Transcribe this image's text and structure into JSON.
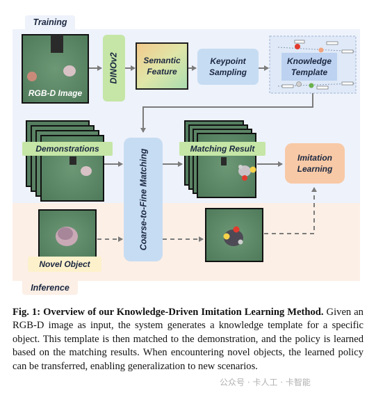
{
  "diagram": {
    "training_label": "Training",
    "inference_label": "Inference",
    "rgbd_label": "RGB-D Image",
    "dino_label": "DINOv2",
    "semantic_label": "Semantic Feature",
    "keypoint_label": "Keypoint Sampling",
    "template_label": "Knowledge Template",
    "demonstrations_label": "Demonstrations",
    "coarse_label": "Coarse-to-Fine Matching",
    "matching_label": "Matching Result",
    "imitation_label": "Imitation Learning",
    "novel_label": "Novel Object",
    "colors": {
      "training_bg": "#eef2fb",
      "inference_bg": "#fcefe6",
      "green_label": "#c5e6a6",
      "blue_box": "#c6dcf2",
      "orange_box": "#f8c9a6",
      "yellow_tag": "#fdf1cc",
      "scene_green": "#5f8a6a",
      "arrow": "#7b7b7b"
    }
  },
  "caption": {
    "fig_label": "Fig. 1:",
    "title": "Overview of our Knowledge-Driven Imitation Learning Method.",
    "body": "Given an RGB-D image as input, the system generates a knowledge template for a specific object. This template is then matched to the demonstration, and the policy is learned based on the matching results. When encountering novel objects, the learned policy can be transferred, enabling generalization to new scenarios."
  },
  "watermark": "公众号 · 卡人工 · 卡智能"
}
